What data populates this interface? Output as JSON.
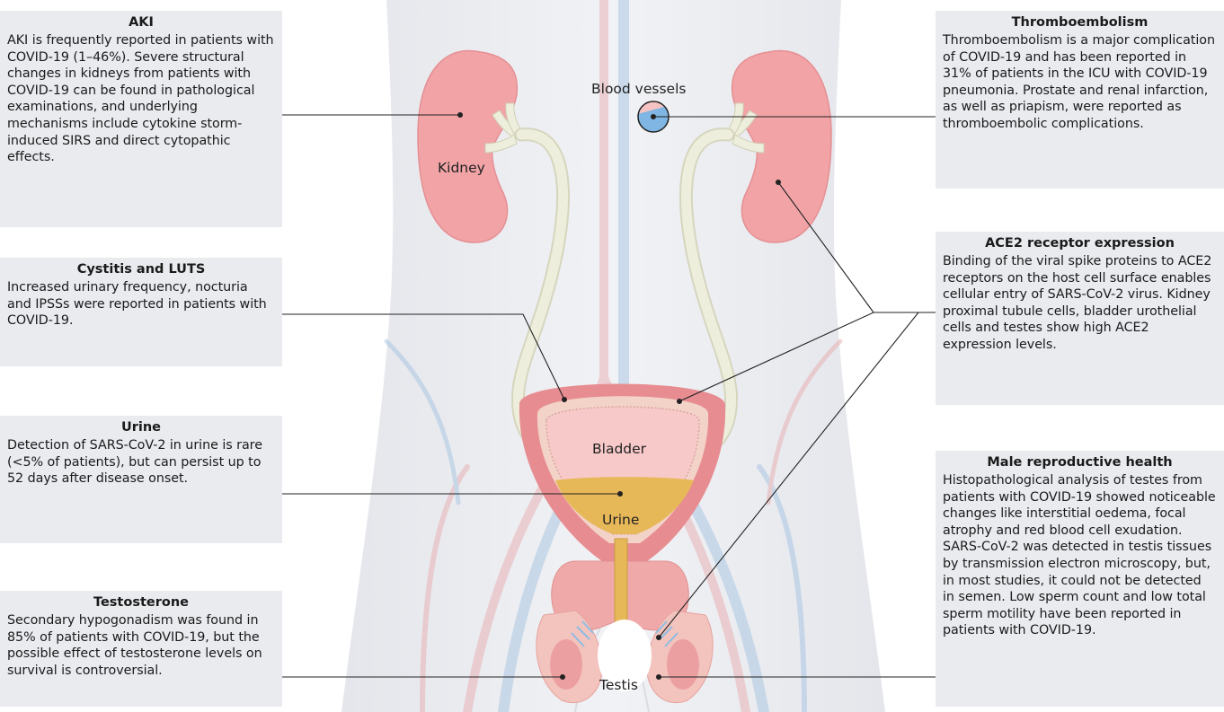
{
  "diagram": {
    "labels": {
      "kidney": "Kidney",
      "blood_vessels": "Blood vessels",
      "bladder": "Bladder",
      "urine": "Urine",
      "testis": "Testis"
    },
    "boxes": {
      "aki": {
        "title": "AKI",
        "text": "AKI is frequently reported in patients with COVID-19 (1–46%). Severe structural changes in kidneys from patients with COVID-19 can be found in pathological examinations, and underlying mechanisms include cytokine storm-induced SIRS and direct cytopathic effects."
      },
      "cystitis": {
        "title": "Cystitis and LUTS",
        "text": "Increased urinary frequency, nocturia and IPSSs were reported in patients with COVID-19."
      },
      "urine": {
        "title": "Urine",
        "text": "Detection of SARS-CoV-2 in urine is rare (<5% of patients), but can persist up to 52 days after disease onset."
      },
      "testosterone": {
        "title": "Testosterone",
        "text": "Secondary hypogonadism was found in 85% of patients with COVID-19, but the possible effect of testosterone levels on survival is controversial."
      },
      "thrombo": {
        "title": "Thromboembolism",
        "text": "Thromboembolism is a major complication of COVID-19 and has been reported in 31% of patients in the ICU with COVID-19 pneumonia. Prostate and renal infarction, as well as priapism, were reported as thromboembolic complications."
      },
      "ace2": {
        "title": "ACE2 receptor expression",
        "text": "Binding of the viral spike proteins to ACE2 receptors on the host cell surface enables cellular entry of SARS-CoV-2 virus. Kidney proximal tubule cells, bladder urothelial cells and testes show high ACE2 expression levels."
      },
      "male": {
        "title": "Male reproductive health",
        "text": "Histopathological analysis of testes from patients with COVID-19 showed noticeable changes like interstitial oedema, focal atrophy and red blood cell exudation. SARS-CoV-2 was detected in testis tissues by transmission electron microscopy, but, in most studies, it could not be detected in semen. Low sperm count and low total sperm motility have been reported in patients with COVID-19."
      }
    },
    "colors": {
      "box_bg": "#e9ebef",
      "body_bg": "#eceef2",
      "kidney": "#f1a3a6",
      "ureter": "#eeeedc",
      "bladder_wall": "#e78d91",
      "bladder_inner": "#f7c9c8",
      "urine": "#e7b858",
      "artery": "#e8a6a9",
      "vein": "#9dbfe0",
      "leader_line": "#222222"
    }
  }
}
